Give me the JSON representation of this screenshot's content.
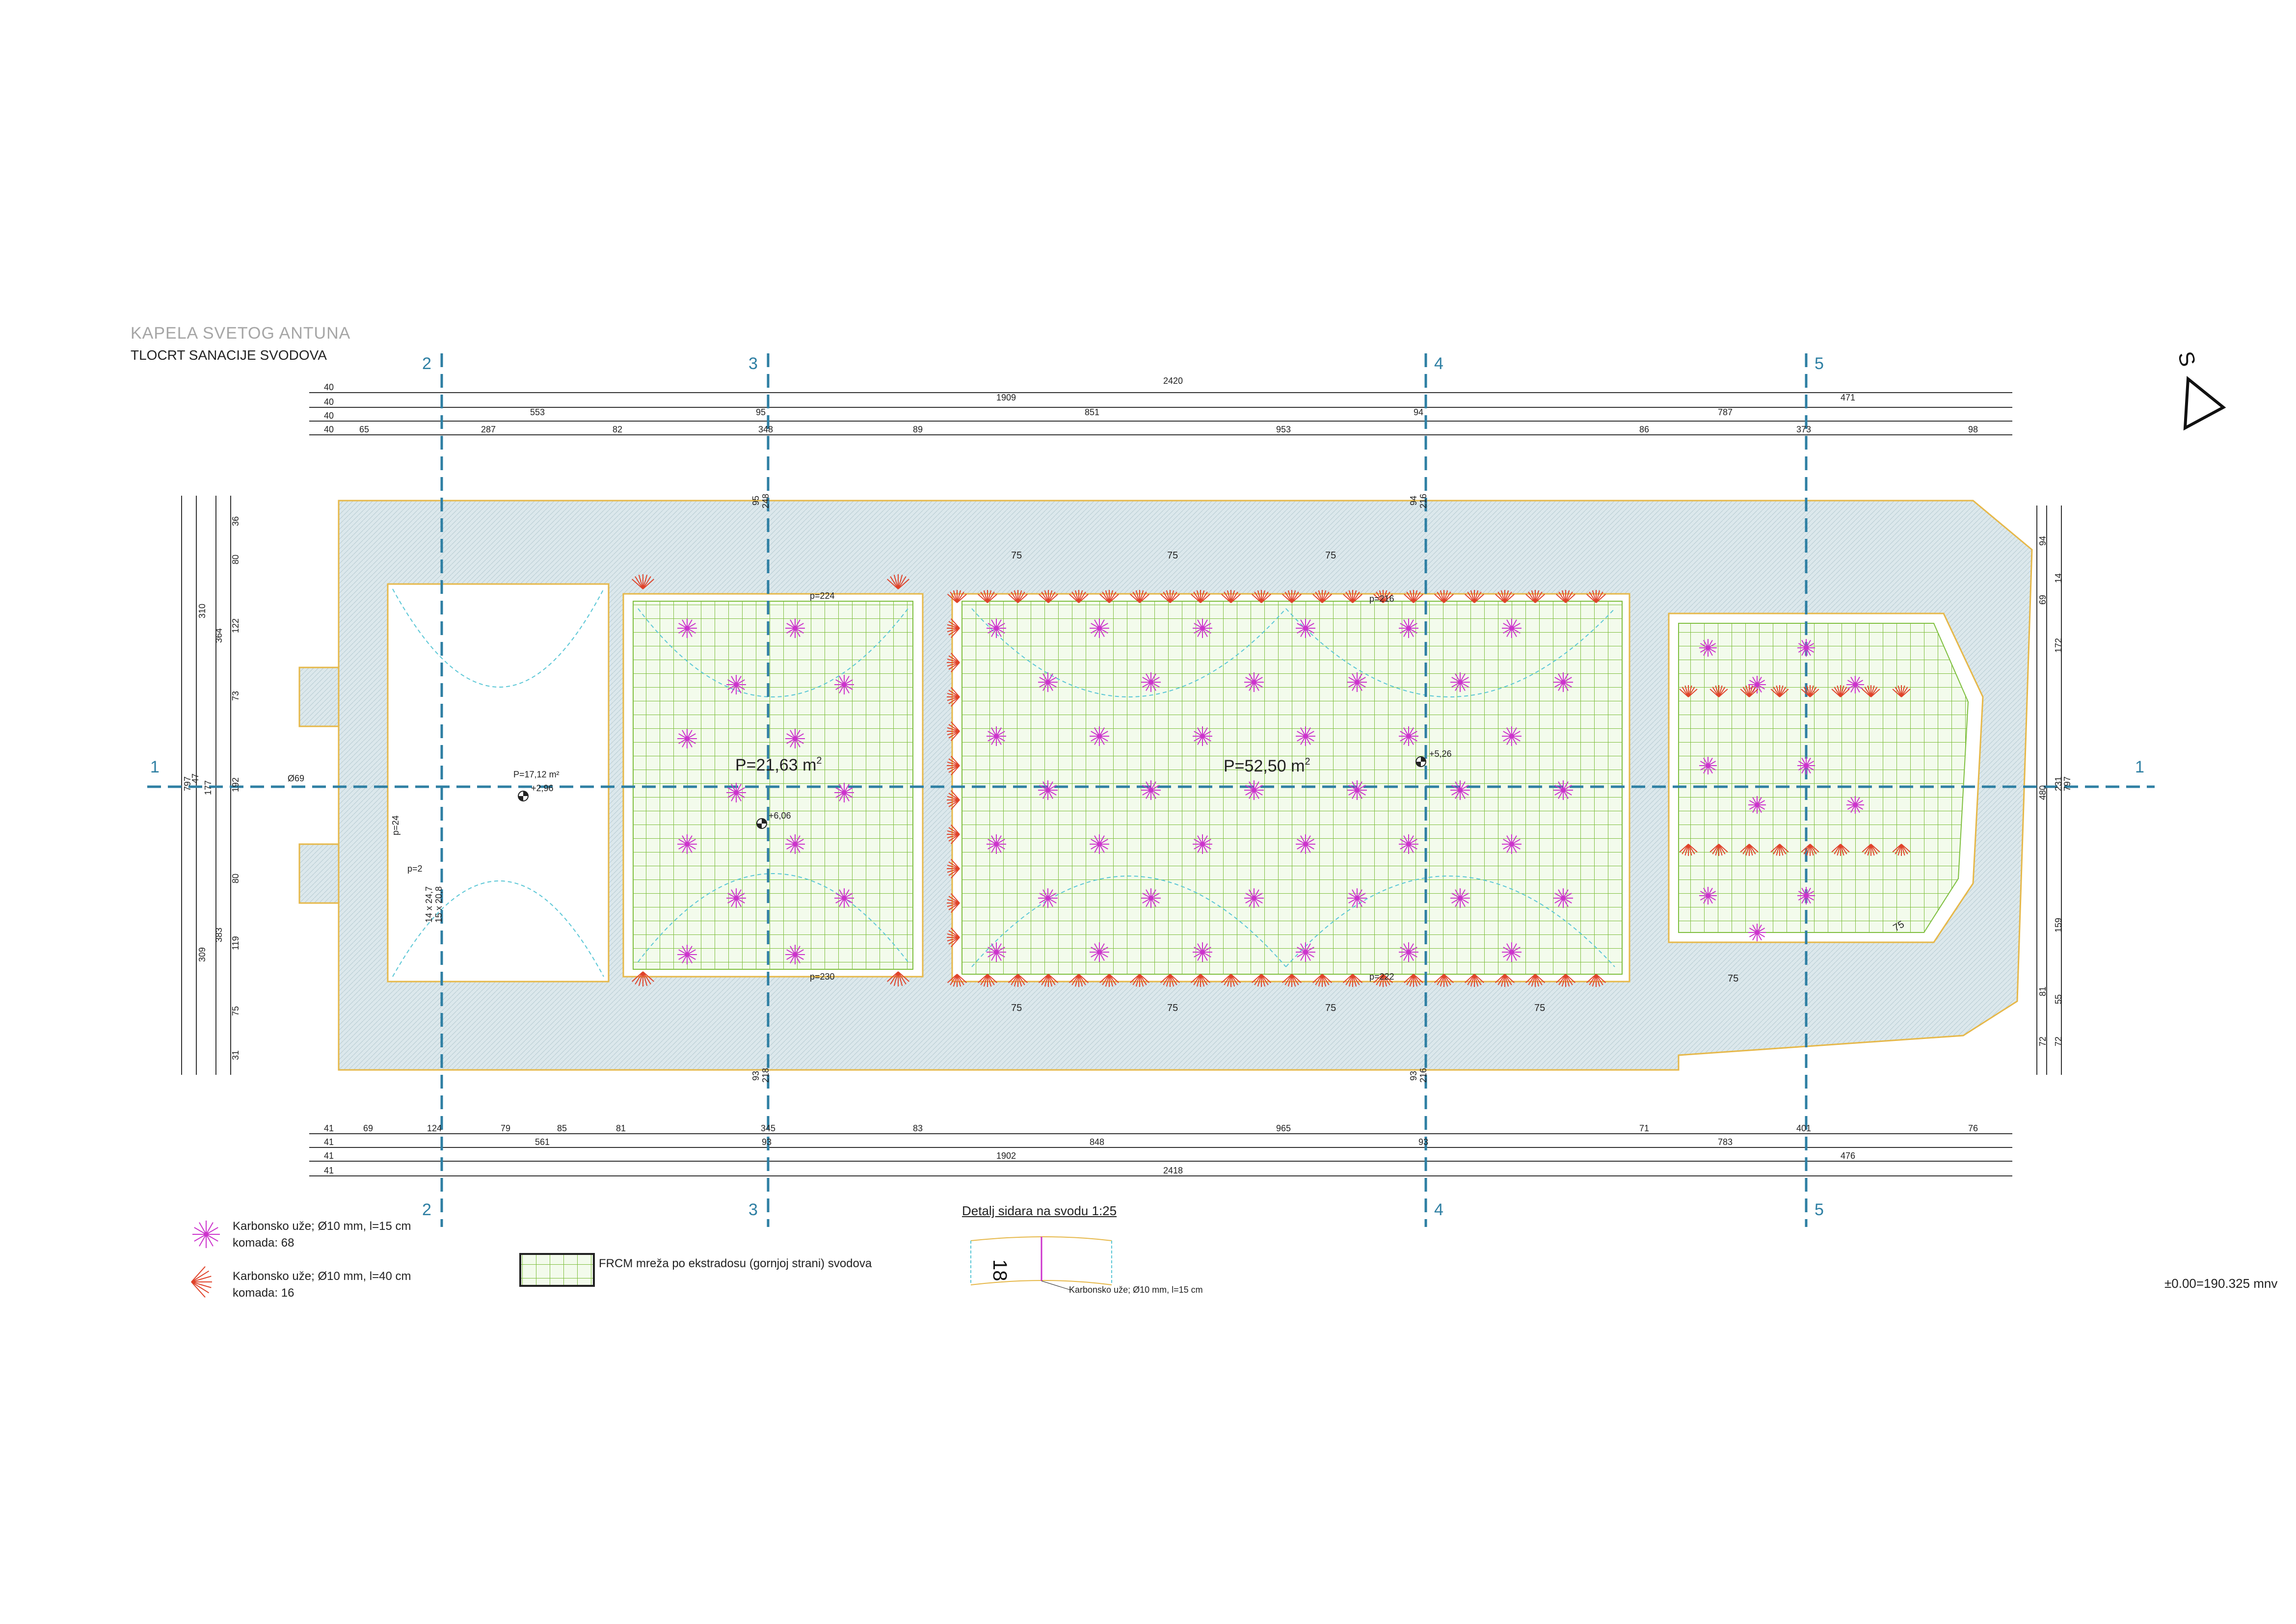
{
  "title": {
    "project": "KAPELA SVETOG ANTUNA",
    "sheet": "TLOCRT SANACIJE SVODOVA"
  },
  "axes": {
    "vertical": [
      "2",
      "3",
      "4",
      "5"
    ],
    "section": "1"
  },
  "north": {
    "label": "S"
  },
  "dims_top": {
    "row1": [
      "40",
      "2420"
    ],
    "row2": [
      "40",
      "1909",
      "471"
    ],
    "row3": [
      "40",
      "553",
      "95",
      "851",
      "94",
      "787"
    ],
    "row4": [
      "40",
      "65",
      "287",
      "82",
      "348",
      "89",
      "953",
      "86",
      "373",
      "98"
    ]
  },
  "dims_bottom": {
    "row1": [
      "41",
      "69",
      "124",
      "79",
      "85",
      "81",
      "345",
      "83",
      "965",
      "71",
      "401",
      "76"
    ],
    "row2": [
      "41",
      "561",
      "93",
      "848",
      "93",
      "783"
    ],
    "row3": [
      "41",
      "1902",
      "476"
    ],
    "row4": [
      "41",
      "2418"
    ]
  },
  "dims_left": {
    "outer": [
      "310",
      "364",
      "309",
      "383"
    ],
    "inner": [
      "36",
      "80",
      "122",
      "73",
      "192",
      "80",
      "119",
      "75",
      "31"
    ],
    "small": [
      "797",
      "47",
      "177"
    ]
  },
  "dims_right": {
    "outer": [
      "94",
      "14",
      "69",
      "172",
      "231",
      "480",
      "159",
      "81",
      "55",
      "72",
      "72"
    ],
    "small": [
      "797"
    ]
  },
  "rooms": [
    {
      "area_main": "P=21,63 m",
      "sup": "2",
      "level": "+6,06"
    },
    {
      "area_main": "P=52,50 m",
      "sup": "2",
      "level": "+5,26"
    },
    {
      "area_main": "P=17,12 m²",
      "sup": "",
      "level": "+2,96"
    }
  ],
  "spacing_labels": [
    "75",
    "75",
    "75",
    "75",
    "75",
    "75",
    "75",
    "75",
    "75"
  ],
  "span_labels": [
    "p=224",
    "p=216",
    "p=230",
    "p=222",
    "p=24",
    "p=2"
  ],
  "opening_labels": [
    "95",
    "248",
    "94",
    "216",
    "93",
    "218",
    "93",
    "216",
    "Ø69"
  ],
  "stair_labels": [
    "14 x 24,7",
    "15 x 20,8"
  ],
  "legend": {
    "anchor_short": {
      "line1": "Karbonsko uže; Ø10 mm, l=15 cm",
      "line2": "komada: 68",
      "color": "#cc33cc"
    },
    "anchor_long": {
      "line1": "Karbonsko uže; Ø10 mm, l=40 cm",
      "line2": "komada: 16",
      "color": "#e0432a"
    },
    "mesh": {
      "label": "FRCM mreža po ekstradosu (gornjoj strani) svodova",
      "color": "#7fbf3f"
    }
  },
  "detail": {
    "title": "Detalj sidara na svodu 1:25",
    "dimension": "18",
    "note": "Karbonsko uže; Ø10 mm, l=15 cm"
  },
  "elevation_ref": "±0.00=190.325 mnv",
  "colors": {
    "wall_fill": "#dce8ec",
    "wall_outline": "#e6b84a",
    "axis": "#2e7fa3",
    "mesh": "#7fbf3f",
    "anchor_short": "#cc33cc",
    "anchor_long": "#e0432a",
    "vault_lines": "#5bc7d6"
  }
}
